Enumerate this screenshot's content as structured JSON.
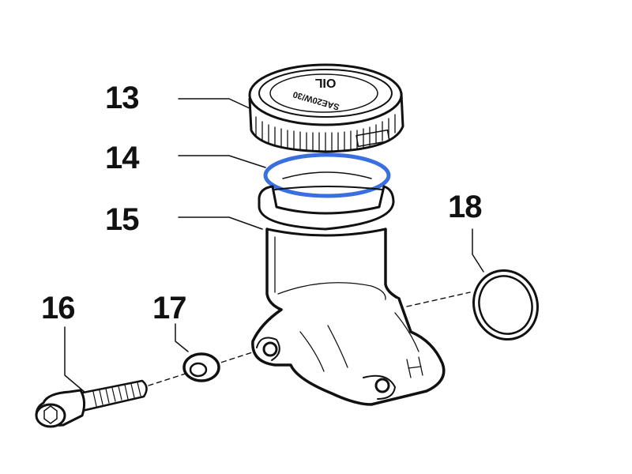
{
  "diagram": {
    "type": "exploded-parts-view",
    "subject": "oil reservoir assembly",
    "accent_color": "#3a6fe0",
    "parts": [
      {
        "number": "13",
        "name": "reservoir-cap",
        "cap_text_line1": "OIL",
        "cap_text_line2": "SAE20W/30"
      },
      {
        "number": "14",
        "name": "o-ring-seal",
        "highlighted": true
      },
      {
        "number": "15",
        "name": "reservoir-body"
      },
      {
        "number": "16",
        "name": "socket-head-bolt"
      },
      {
        "number": "17",
        "name": "washer"
      },
      {
        "number": "18",
        "name": "o-ring"
      }
    ]
  }
}
